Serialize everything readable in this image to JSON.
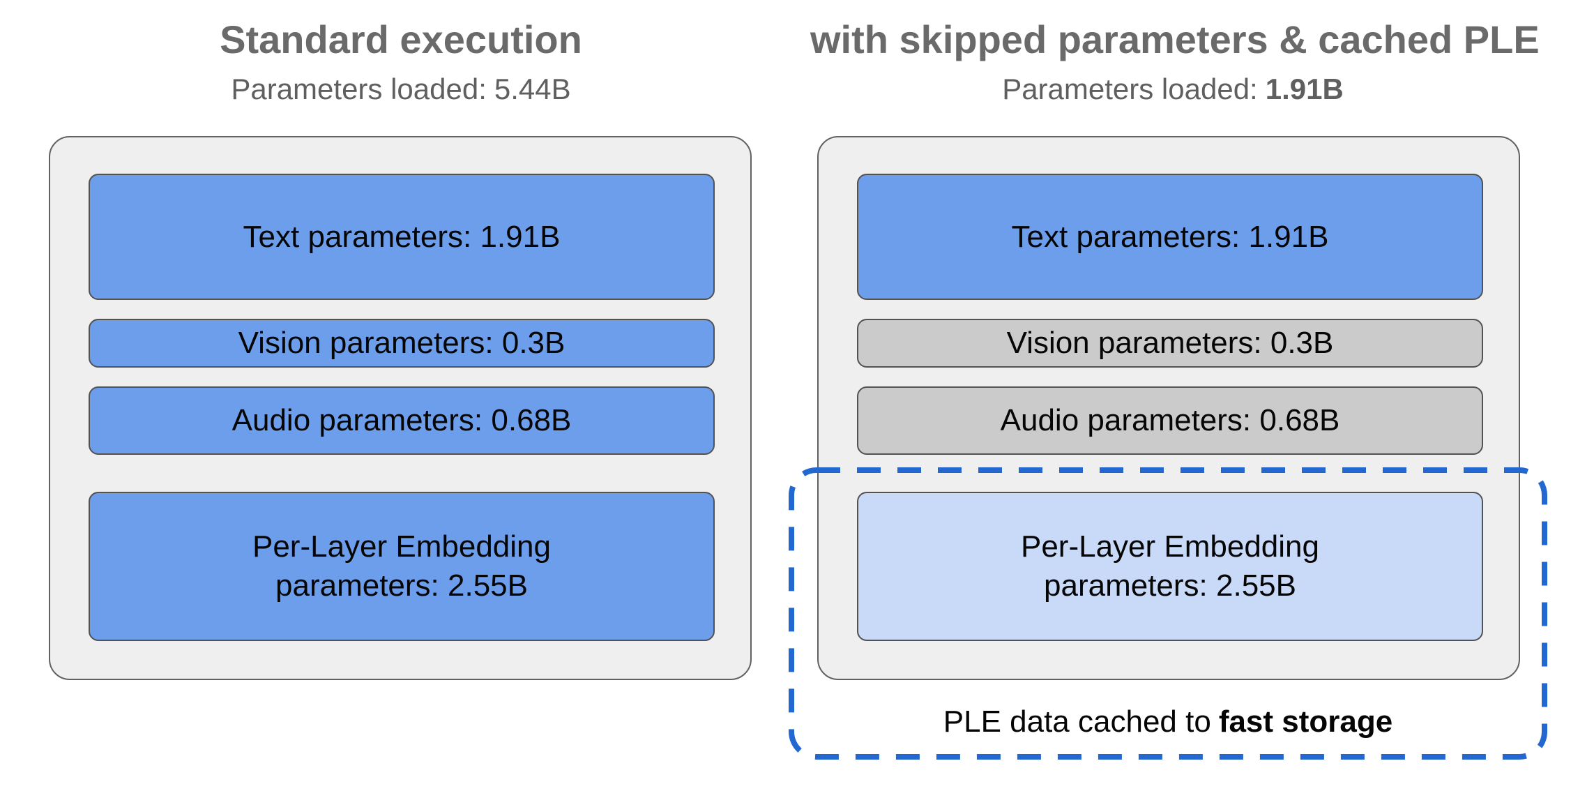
{
  "colors": {
    "accent_blue": "#6d9eeb",
    "light_blue": "#c9daf8",
    "gray_box": "#cbcbcb",
    "panel_bg": "#efefef",
    "panel_border": "#616161",
    "box_border": "#525252",
    "dash_blue": "#2368d1",
    "title_gray": "#6a6a6a",
    "subtitle_gray": "#5f5f5f"
  },
  "left_column": {
    "title": "Standard execution",
    "subtitle_label": "Parameters loaded:",
    "subtitle_value": "5.44B",
    "boxes": [
      {
        "label": "Text parameters: 1.91B",
        "style": "blue"
      },
      {
        "label": "Vision parameters: 0.3B",
        "style": "blue"
      },
      {
        "label": "Audio parameters: 0.68B",
        "style": "blue"
      },
      {
        "line1": "Per-Layer Embedding",
        "line2": "parameters: 2.55B",
        "style": "blue"
      }
    ]
  },
  "right_column": {
    "title": "with skipped parameters & cached PLE",
    "subtitle_label": "Parameters loaded:",
    "subtitle_value": "1.91B",
    "boxes": [
      {
        "label": "Text parameters: 1.91B",
        "style": "blue"
      },
      {
        "label": "Vision parameters: 0.3B",
        "style": "gray"
      },
      {
        "label": "Audio parameters: 0.68B",
        "style": "gray"
      },
      {
        "line1": "Per-Layer Embedding",
        "line2": "parameters: 2.55B",
        "style": "lightblue"
      }
    ],
    "caption_prefix": "PLE data cached to",
    "caption_bold": "fast storage"
  }
}
